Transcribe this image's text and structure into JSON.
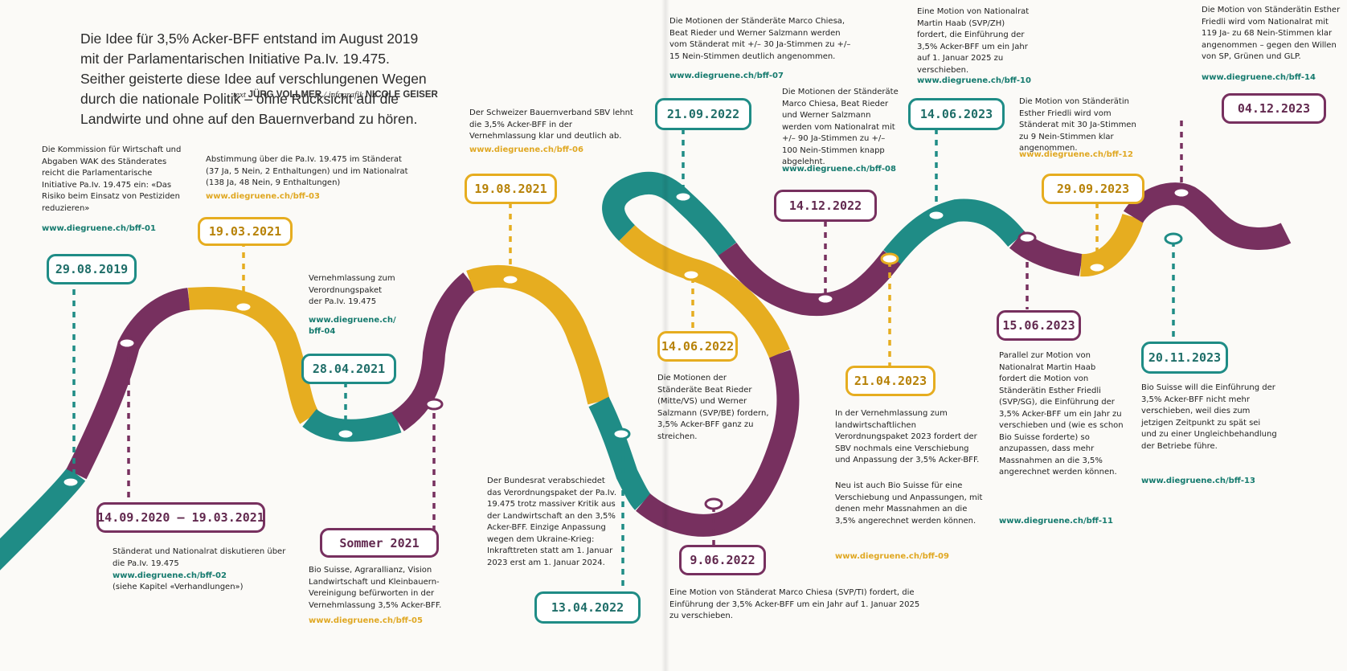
{
  "intro": {
    "text": "Die Idee für 3,5% Acker-BFF entstand im August 2019 mit der Parlamentarischen Initiative Pa.Iv. 19.475. Seither geisterte diese Idee auf verschlungenen Wegen durch die nationale Politik – ohne Rücksicht auf die Landwirte und ohne auf den Bauernverband zu hören.",
    "credit_text_label": "text",
    "credit_author": "JÜRG VOLLMER",
    "credit_sep": " / ",
    "credit_info_label": "infografik",
    "credit_designer": "NICOLE GEISER"
  },
  "colors": {
    "teal": "#1f8c86",
    "plum": "#77305f",
    "gold": "#e6ad20",
    "link_green": "#157a6e",
    "link_gold": "#e0a823"
  },
  "events": [
    {
      "date": "29.08.2019",
      "color": "teal",
      "text": "Die Kommission für Wirtschaft und Abgaben WAK des Ständerates reicht die Parlamentarische Initiative Pa.Iv. 19.475 ein: «Das Risiko beim Einsatz von Pestiziden reduzieren»",
      "link": "www.diegruene.ch/bff-01",
      "note": ""
    },
    {
      "date": "14.09.2020 – 19.03.2021",
      "color": "plum",
      "text": "Ständerat und Nationalrat diskutieren über die Pa.Iv. 19.475",
      "link": "www.diegruene.ch/bff-02",
      "note": "(siehe Kapitel «Verhandlungen»)"
    },
    {
      "date": "19.03.2021",
      "color": "gold",
      "text": "Abstimmung über die Pa.Iv. 19.475 im Ständerat (37 Ja, 5 Nein, 2 Enthaltungen) und im Nationalrat (138 Ja, 48 Nein, 9 Enthaltungen)",
      "link": "www.diegruene.ch/bff-03",
      "note": ""
    },
    {
      "date": "28.04.2021",
      "color": "teal",
      "text": "Vernehmlassung zum Verordnungspaket der Pa.Iv. 19.475",
      "link": "www.diegruene.ch/ bff-04",
      "note": ""
    },
    {
      "date": "Sommer 2021",
      "color": "plum",
      "text": "Bio Suisse, Agrarallianz, Vision Landwirtschaft und Kleinbauern-Vereinigung befürworten in der Vernehmlassung 3,5% Acker-BFF.",
      "link": "www.diegruene.ch/bff-05",
      "note": ""
    },
    {
      "date": "19.08.2021",
      "color": "gold",
      "text": "Der Schweizer Bauernverband SBV lehnt die 3,5% Acker-BFF in der Vernehmlassung klar und deutlich ab.",
      "link": "www.diegruene.ch/bff-06",
      "note": ""
    },
    {
      "date": "13.04.2022",
      "color": "teal",
      "text": "Der Bundesrat verabschiedet das Verordnungspaket der Pa.Iv. 19.475 trotz massiver Kritik aus der Landwirtschaft an den 3,5% Acker-BFF. Einzige Anpassung wegen dem Ukraine-Krieg: Inkrafttreten statt am 1. Januar 2023 erst am 1. Januar 2024.",
      "link": "",
      "note": ""
    },
    {
      "date": "9.06.2022",
      "color": "plum",
      "text": "Eine Motion von Ständerat Marco Chiesa (SVP/TI) fordert, die Einführung der 3,5% Acker-BFF um ein Jahr auf 1. Januar 2025 zu verschieben.",
      "link": "",
      "note": ""
    },
    {
      "date": "14.06.2022",
      "color": "gold",
      "text": "Die Motionen der Ständeräte Beat Rieder (Mitte/VS) und Werner Salzmann (SVP/BE) fordern, 3,5% Acker-BFF ganz zu streichen.",
      "link": "",
      "note": ""
    },
    {
      "date": "21.09.2022",
      "color": "teal",
      "text": "Die Motionen der Ständeräte Marco Chiesa, Beat Rieder und Werner Salzmann werden vom Ständerat mit +/– 30 Ja-Stimmen zu +/– 15 Nein-Stimmen deutlich angenommen.",
      "link": "www.diegruene.ch/bff-07",
      "note": ""
    },
    {
      "date": "14.12.2022",
      "color": "plum",
      "text": "Die Motionen der Ständeräte Marco Chiesa, Beat Rieder und Werner Salzmann werden vom Nationalrat mit +/– 90 Ja-Stimmen zu +/– 100 Nein-Stimmen knapp abgelehnt.",
      "link": "www.diegruene.ch/bff-08",
      "note": ""
    },
    {
      "date": "21.04.2023",
      "color": "gold",
      "text": "In der Vernehmlassung zum landwirtschaftlichen Verordnungspaket 2023 fordert der SBV nochmals eine Verschiebung und Anpassung der 3,5% Acker-BFF.",
      "text2": "Neu ist auch Bio Suisse für eine Verschiebung und Anpassungen, mit denen mehr Massnahmen an die 3,5% angerechnet werden können.",
      "link": "www.diegruene.ch/bff-09",
      "note": ""
    },
    {
      "date": "14.06.2023",
      "color": "teal",
      "text": "Eine Motion von Nationalrat Martin Haab (SVP/ZH) fordert, die Einführung der 3,5% Acker-BFF um ein Jahr auf 1. Januar 2025 zu verschieben.",
      "link": "www.diegruene.ch/bff-10",
      "note": ""
    },
    {
      "date": "15.06.2023",
      "color": "plum",
      "text": "Parallel zur Motion von Nationalrat Martin Haab fordert die Motion von Ständerätin Esther Friedli (SVP/SG), die Einführung der 3,5% Acker-BFF um ein Jahr zu verschieben und (wie es schon Bio Suisse forderte) so anzupassen, dass mehr Massnahmen an die 3,5% angerechnet werden können.",
      "link": "www.diegruene.ch/bff-11",
      "note": ""
    },
    {
      "date": "29.09.2023",
      "color": "gold",
      "text": "Die Motion von Ständerätin Esther Friedli wird vom Ständerat mit 30 Ja-Stimmen zu 9 Nein-Stimmen klar angenommen.",
      "link": "www.diegruene.ch/bff-12",
      "note": ""
    },
    {
      "date": "20.11.2023",
      "color": "teal",
      "text": "Bio Suisse will die Einführung der 3,5% Acker-BFF nicht mehr verschieben, weil dies zum jetzigen Zeitpunkt zu spät sei und zu einer Ungleichbehandlung der Betriebe führe.",
      "link": "www.diegruene.ch/bff-13",
      "note": ""
    },
    {
      "date": "04.12.2023",
      "color": "plum",
      "text": "Die Motion von Ständerätin Esther Friedli wird vom Nationalrat mit 119 Ja- zu 68 Nein-Stimmen klar angenommen – gegen den Willen von SP, Grünen und GLP.",
      "link": "www.diegruene.ch/bff-14",
      "note": ""
    }
  ]
}
